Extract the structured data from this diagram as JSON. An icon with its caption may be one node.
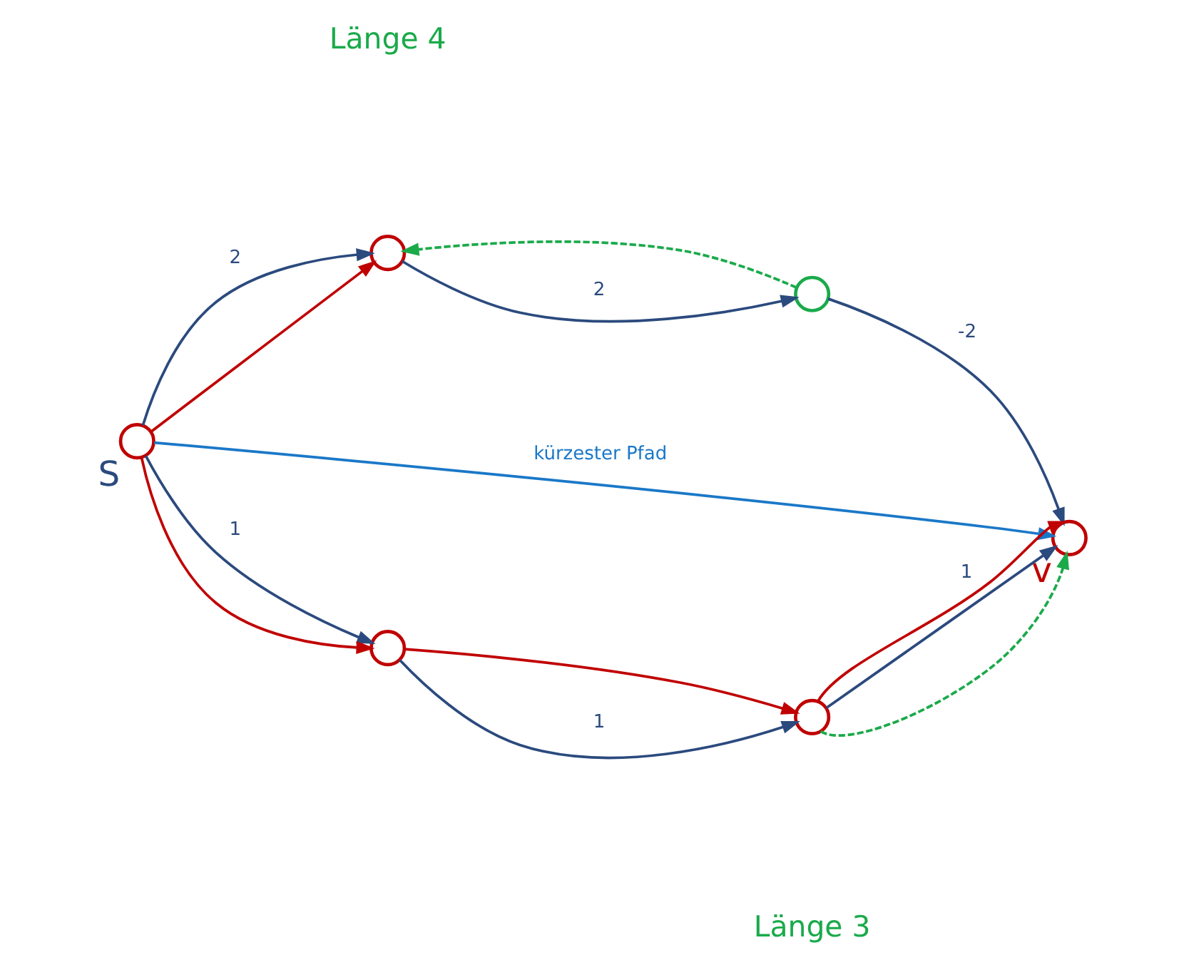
{
  "diagram": {
    "nodes": [
      {
        "text": [],
        "shape": "circle",
        "beside": [
          "S"
        ]
      },
      {
        "text": [],
        "shape": "circle"
      },
      {
        "text": [],
        "shape": "circle"
      },
      {
        "text": [],
        "shape": "circle",
        "beside": [
          "v"
        ]
      },
      {
        "text": [],
        "shape": "circle"
      },
      {
        "text": [],
        "shape": "circle"
      }
    ],
    "edges": [
      {
        "from": 0,
        "to": 1,
        "arrow": "to",
        "label": "2"
      },
      {
        "from": 0,
        "to": 1,
        "arrow": "to",
        "color": "#c00000"
      },
      {
        "from": 1,
        "to": 2,
        "arrow": "to",
        "label": "2"
      },
      {
        "from": 2,
        "to": 1,
        "arrow": "to",
        "style": "dashed",
        "color": "#1aaa4a"
      },
      {
        "from": 2,
        "to": 3,
        "arrow": "to",
        "label": "-2"
      },
      {
        "from": 0,
        "to": 3,
        "arrow": "to",
        "label": "kürzester Pfad",
        "color": "#1a78c8"
      },
      {
        "from": 0,
        "to": 4,
        "arrow": "to",
        "label": "1"
      },
      {
        "from": 0,
        "to": 4,
        "arrow": "to",
        "color": "#c00000"
      },
      {
        "from": 4,
        "to": 5,
        "arrow": "to",
        "label": "1"
      },
      {
        "from": 4,
        "to": 5,
        "arrow": "to",
        "color": "#c00000"
      },
      {
        "from": 5,
        "to": 3,
        "arrow": "to",
        "label": "1"
      },
      {
        "from": 5,
        "to": 3,
        "arrow": "to",
        "style": "dashed",
        "color": "#1aaa4a"
      },
      {
        "from": 5,
        "to": 3,
        "arrow": "to",
        "color": "#c00000"
      }
    ],
    "labels": [
      "Länge 4",
      "Länge 3"
    ]
  }
}
